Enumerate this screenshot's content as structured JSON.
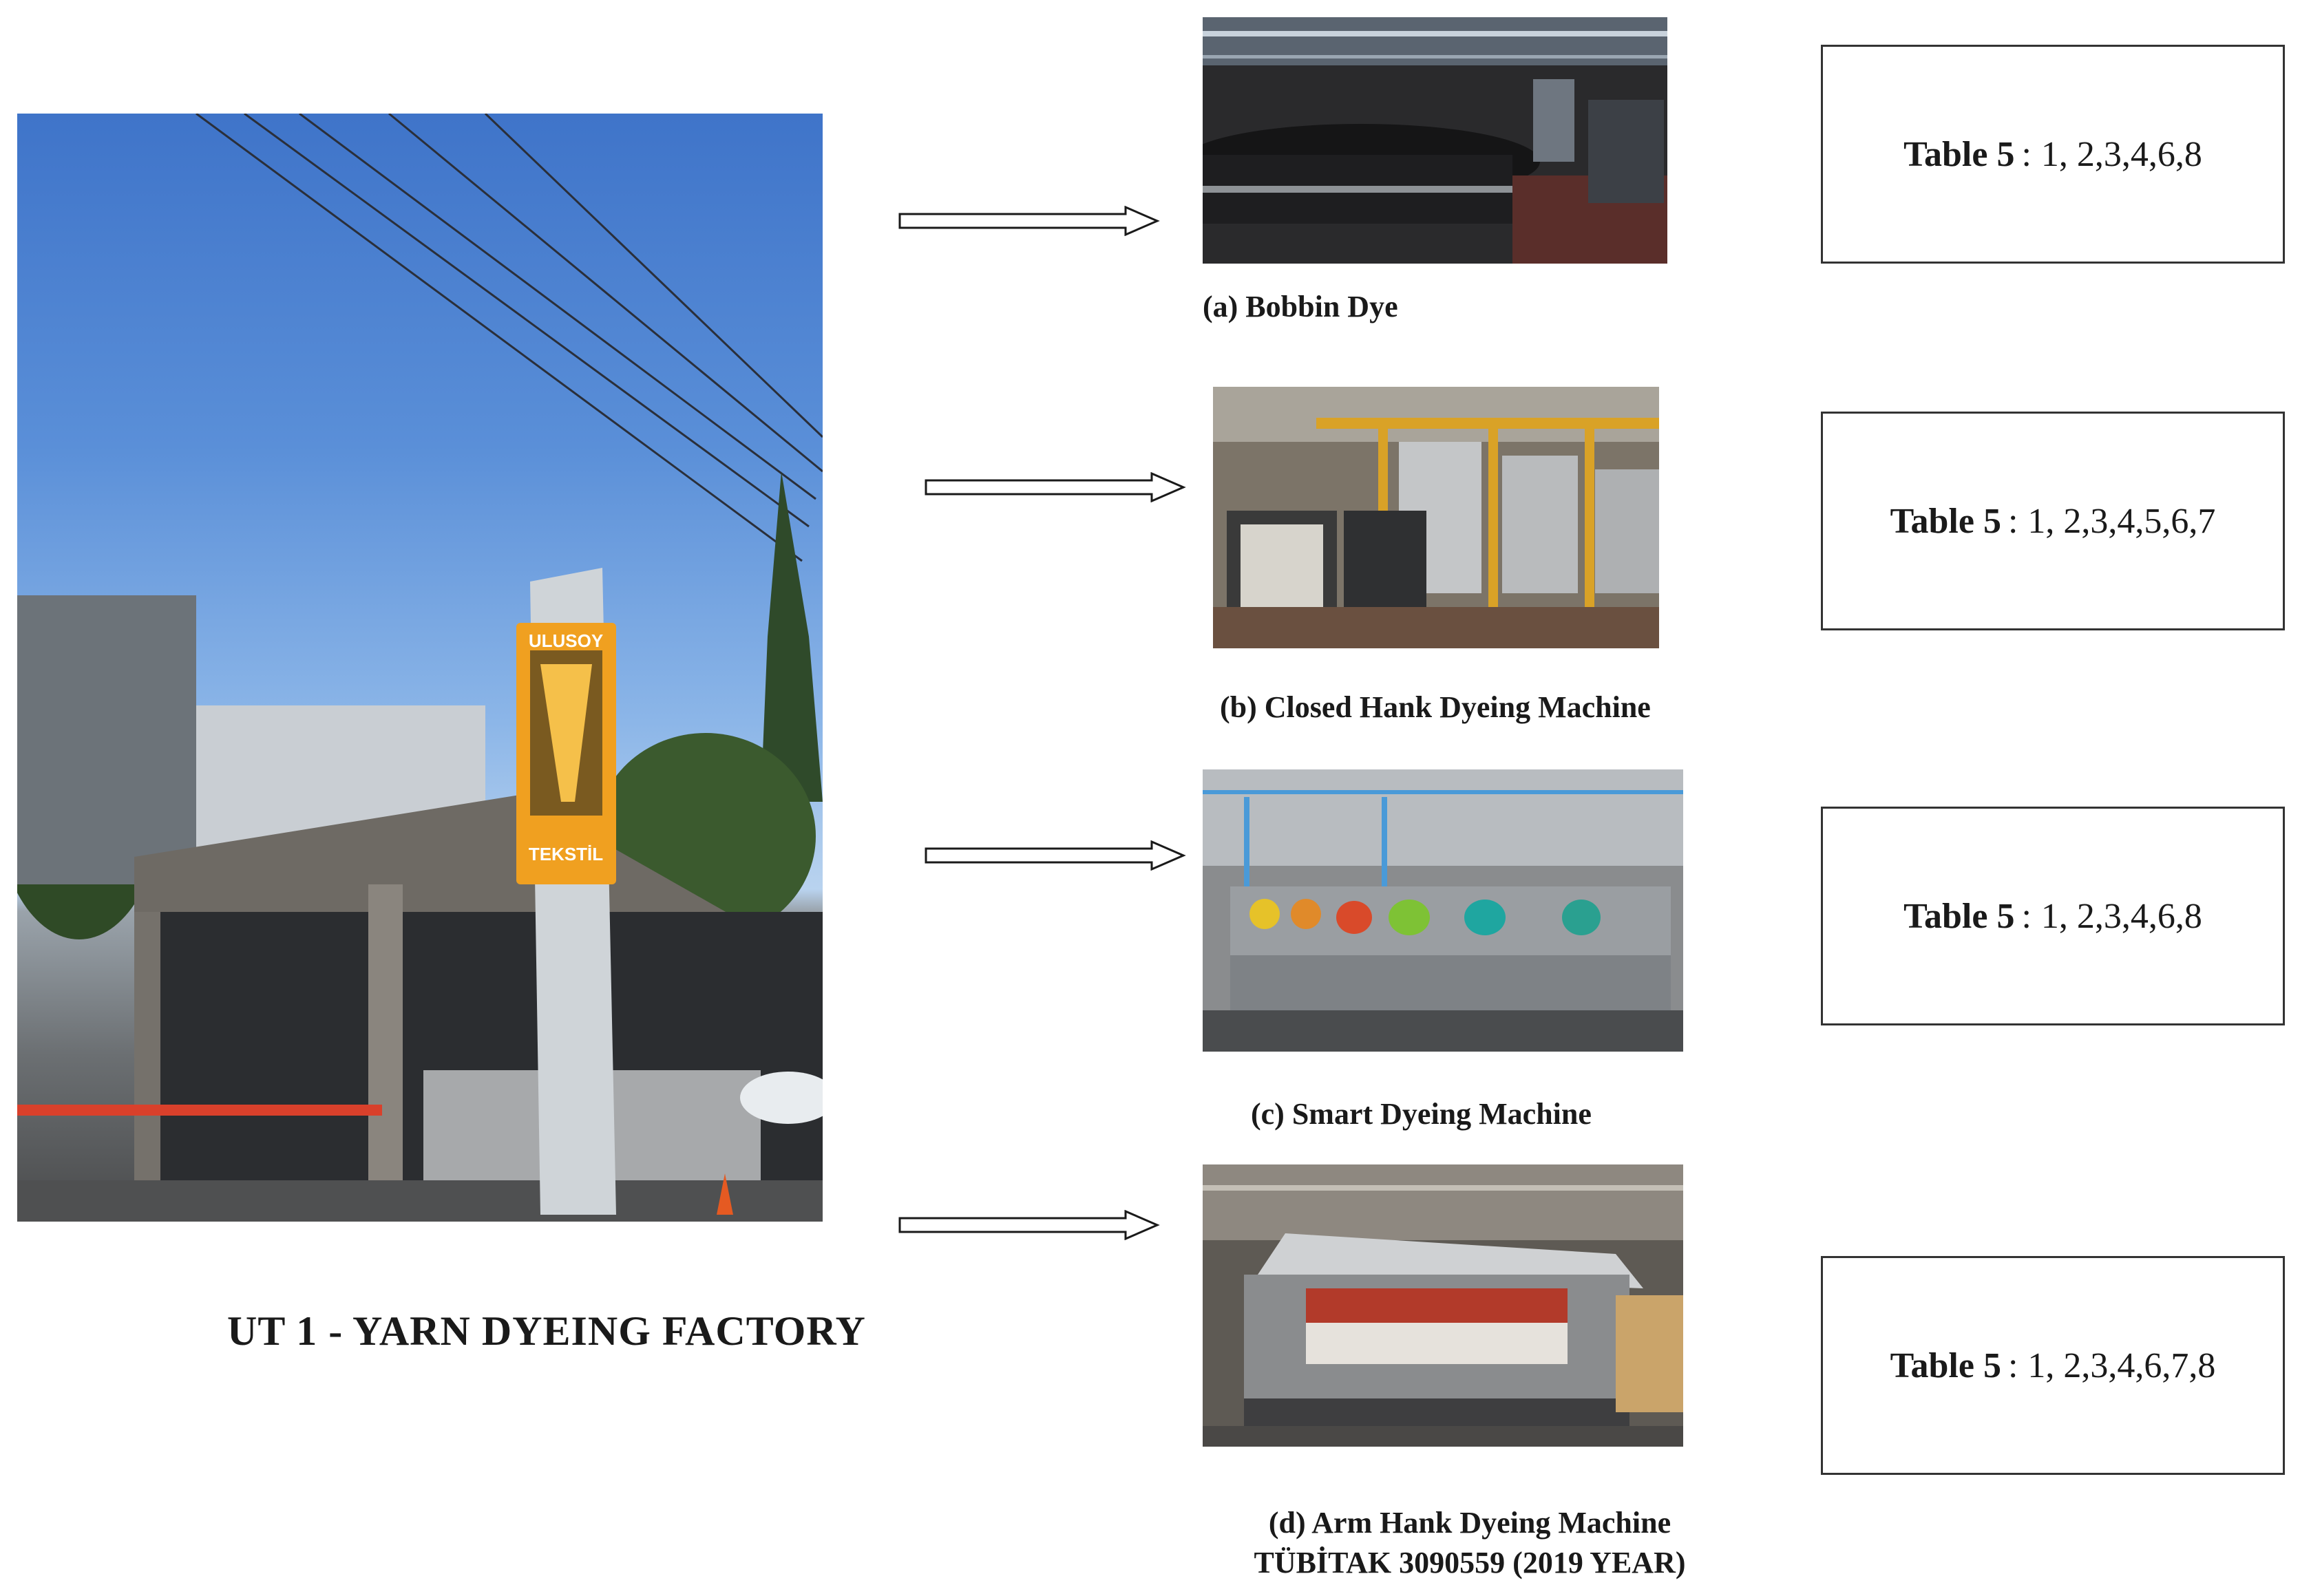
{
  "factory": {
    "title": "UT 1 - YARN DYEING FACTORY",
    "sign_text": [
      "ULUSOY",
      "TEKSTİL"
    ]
  },
  "machines": [
    {
      "caption": "(a) Bobbin Dye",
      "table_label": "Table 5",
      "table_sep": ":",
      "table_values": "1, 2,3,4,6,8"
    },
    {
      "caption": "(b) Closed Hank Dyeing Machine",
      "table_label": "Table 5",
      "table_sep": ":",
      "table_values": "1, 2,3,4,5,6,7"
    },
    {
      "caption": "(c) Smart Dyeing Machine",
      "table_label": "Table 5",
      "table_sep": ":",
      "table_values": "1, 2,3,4,6,8"
    },
    {
      "caption": "(d) Arm Hank Dyeing Machine",
      "caption2": "TÜBİTAK 3090559 (2019 YEAR)",
      "table_label": "Table 5",
      "table_sep": ":",
      "table_values": "1, 2,3,4,6,7,8"
    }
  ],
  "colors": {
    "sky": "#4a80d0",
    "sign_orange": "#f0a020",
    "barrier_red": "#d9402b"
  }
}
